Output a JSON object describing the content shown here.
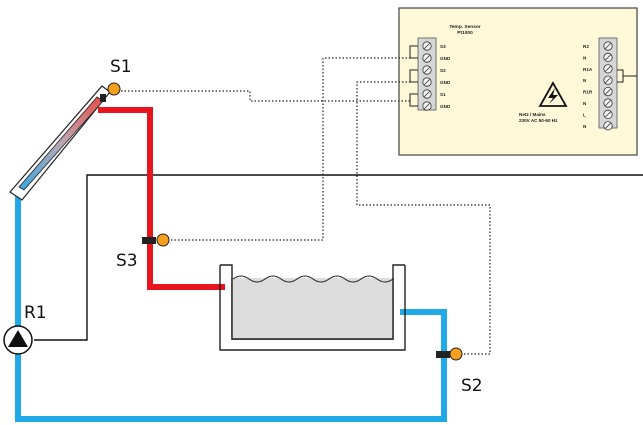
{
  "labels": {
    "s1": "S1",
    "s2": "S2",
    "s3": "S3",
    "r1": "R1"
  },
  "controller": {
    "sensor_title_1": "Temp. Sensor",
    "sensor_title_2": "Pt1000",
    "left_terminals": [
      "S3",
      "GND",
      "S2",
      "GND",
      "S1",
      "GND"
    ],
    "right_terminals": [
      "R2",
      "N",
      "R1A",
      "N",
      "R1R",
      "N",
      "L",
      "N"
    ],
    "mains_line1": "Netz / Mains",
    "mains_line2": "230V AC 50-60 Hz"
  },
  "colors": {
    "hot": "#e8141e",
    "cold": "#1fa9e6",
    "sensor": "#f5a01e",
    "controller_bg": "#fdf8d8"
  }
}
